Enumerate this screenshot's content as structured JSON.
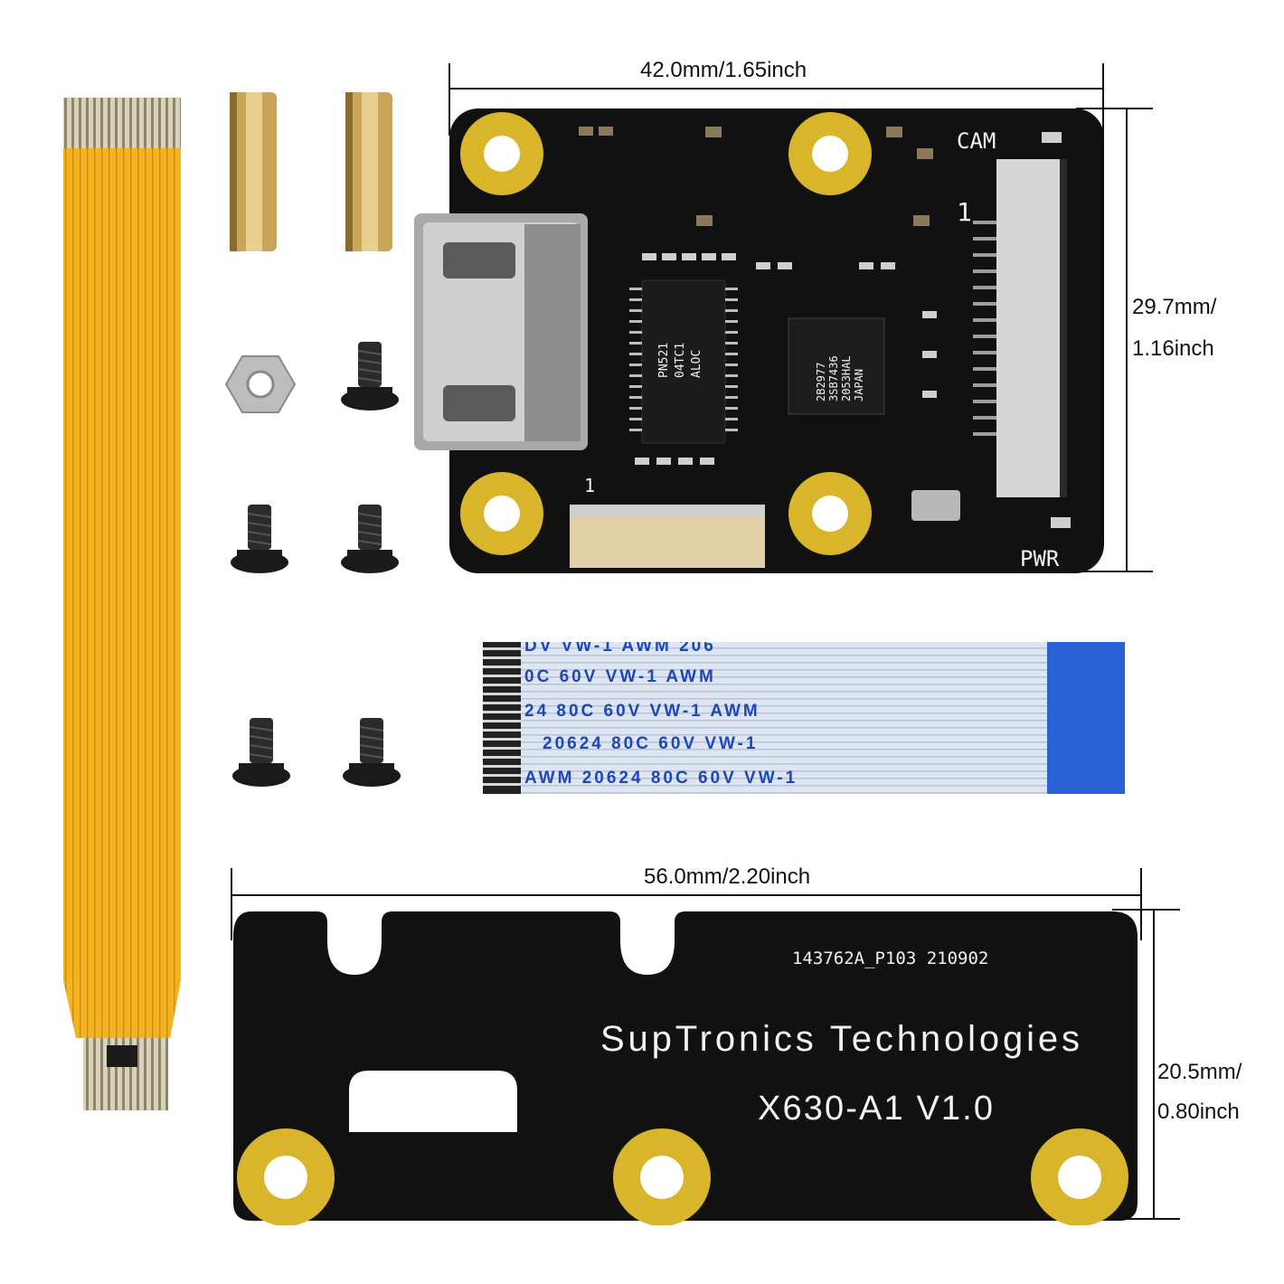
{
  "dimensions": {
    "top_board_width": "42.0mm/1.65inch",
    "top_board_height_line1": "29.7mm/",
    "top_board_height_line2": "1.16inch",
    "bottom_board_width": "56.0mm/2.20inch",
    "bottom_board_height_line1": "20.5mm/",
    "bottom_board_height_line2": "0.80inch"
  },
  "top_board": {
    "cam_label": "CAM",
    "pwr_label": "PWR",
    "pin1_right": "1",
    "pin1_bottom": "1",
    "chip_small_text": [
      "PN521",
      "04TC1",
      "ALOC"
    ],
    "chip_large_text": [
      "2B2977",
      "3SB7436",
      "2053HAL",
      "JAPAN"
    ]
  },
  "ribbon_cable": {
    "rows": [
      "DV   VW-1                              AWM   206",
      "0C   60V   VW-1                           AWM",
      "24   80C   60V   VW-1                          AWM",
      "20624   80C   60V   VW-1",
      "AWM   20624   80C   60V   VW-1"
    ]
  },
  "bottom_board": {
    "part_code": "143762A_P103  210902",
    "brand": "SupTronics Technologies",
    "model": "X630-A1  V1.0"
  },
  "colors": {
    "pcb": "#111111",
    "pad_gold": "#d8b52a",
    "flex_cable": "#f2b21c",
    "ribbon_blue": "#2a62d6",
    "brass": "#c9a55a"
  }
}
